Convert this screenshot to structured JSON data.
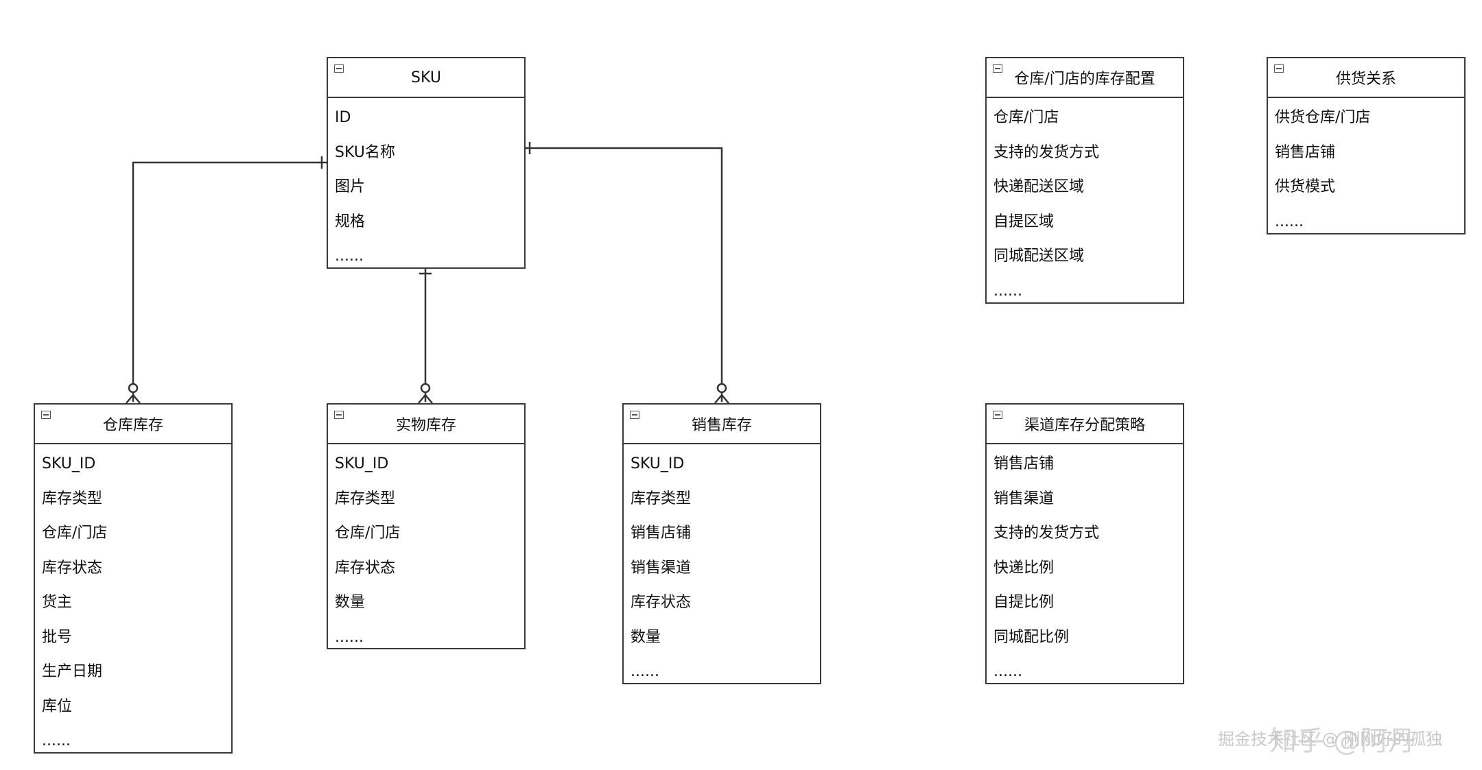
{
  "entities": {
    "sku": {
      "title": "SKU",
      "fields": [
        "ID",
        "SKU名称",
        "图片",
        "规格",
        "......"
      ]
    },
    "warehouse_inventory": {
      "title": "仓库库存",
      "fields": [
        "SKU_ID",
        "库存类型",
        "仓库/门店",
        "库存状态",
        "货主",
        "批号",
        "生产日期",
        "库位",
        "......"
      ]
    },
    "physical_inventory": {
      "title": "实物库存",
      "fields": [
        "SKU_ID",
        "库存类型",
        "仓库/门店",
        "库存状态",
        "数量",
        "......"
      ]
    },
    "sales_inventory": {
      "title": "销售库存",
      "fields": [
        "SKU_ID",
        "库存类型",
        "销售店铺",
        "销售渠道",
        "库存状态",
        "数量",
        "......"
      ]
    },
    "inventory_config": {
      "title": "仓库/门店的库存配置",
      "fields": [
        "仓库/门店",
        "支持的发货方式",
        "快递配送区域",
        "自提区域",
        "同城配送区域",
        "......"
      ]
    },
    "supply_relation": {
      "title": "供货关系",
      "fields": [
        "供货仓库/门店",
        "销售店铺",
        "供货模式",
        "......"
      ]
    },
    "channel_strategy": {
      "title": "渠道库存分配策略",
      "fields": [
        "销售店铺",
        "销售渠道",
        "支持的发货方式",
        "快递比例",
        "自提比例",
        "同城配比例",
        "......"
      ]
    }
  },
  "relationships": [
    {
      "from": "sku",
      "to": "warehouse_inventory",
      "from_cardinality": "one",
      "to_cardinality": "zero-or-many"
    },
    {
      "from": "sku",
      "to": "physical_inventory",
      "from_cardinality": "one",
      "to_cardinality": "zero-or-many"
    },
    {
      "from": "sku",
      "to": "sales_inventory",
      "from_cardinality": "one",
      "to_cardinality": "zero-or-many"
    }
  ],
  "watermark": {
    "line1": "掘金技术社区 @ 刚刚好的孤独",
    "line2": "知乎 @阿丹"
  },
  "colors": {
    "border": "#3a3a3a",
    "connector": "#333333",
    "background": "#ffffff"
  }
}
